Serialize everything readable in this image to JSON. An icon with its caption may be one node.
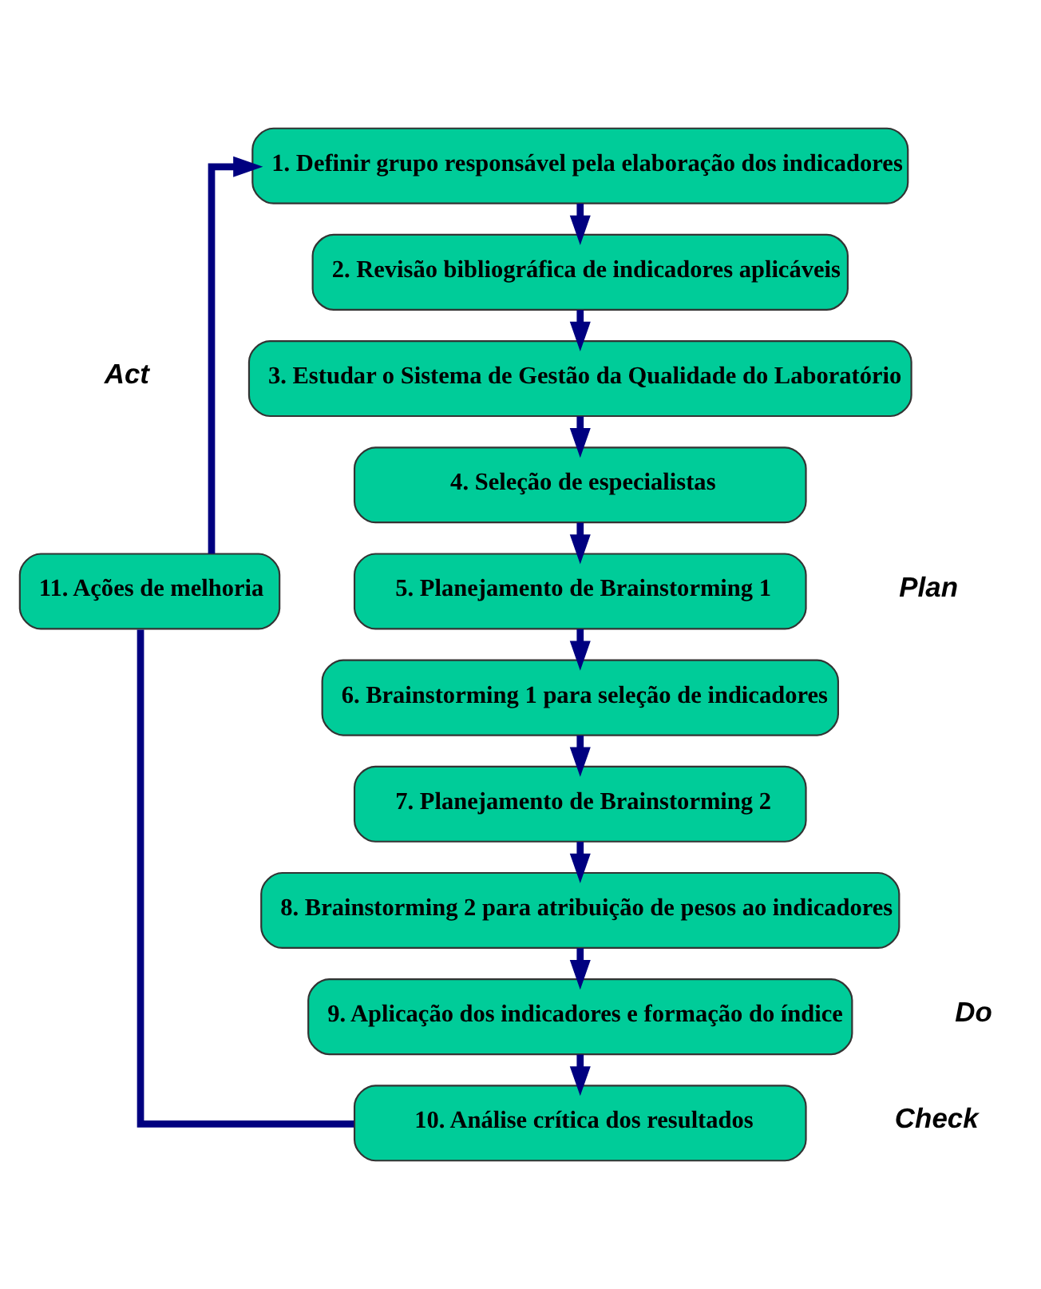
{
  "diagram": {
    "nodes": [
      {
        "text": [
          "1. Definir grupo responsável pela elaboração dos indicadores"
        ]
      },
      {
        "text": [
          "2. Revisão bibliográfica de indicadores aplicáveis"
        ]
      },
      {
        "text": [
          "3. Estudar o Sistema de Gestão da Qualidade do Laboratório"
        ]
      },
      {
        "text": [
          "4. Seleção de especialistas"
        ]
      },
      {
        "text": [
          "5. Planejamento de Brainstorming 1"
        ]
      },
      {
        "text": [
          "6. Brainstorming 1 para seleção de indicadores"
        ]
      },
      {
        "text": [
          "7. Planejamento de Brainstorming 2"
        ]
      },
      {
        "text": [
          "8. Brainstorming 2 para atribuição de pesos ao indicadores"
        ]
      },
      {
        "text": [
          "9. Aplicação dos indicadores e formação do índice"
        ]
      },
      {
        "text": [
          "10. Análise crítica dos resultados"
        ]
      },
      {
        "text": [
          "11. Ações de melhoria"
        ]
      }
    ],
    "edges": [
      {
        "from": 0,
        "to": 1,
        "arrow": "to"
      },
      {
        "from": 1,
        "to": 2,
        "arrow": "to"
      },
      {
        "from": 2,
        "to": 3,
        "arrow": "to"
      },
      {
        "from": 3,
        "to": 4,
        "arrow": "to"
      },
      {
        "from": 4,
        "to": 5,
        "arrow": "to"
      },
      {
        "from": 5,
        "to": 6,
        "arrow": "to"
      },
      {
        "from": 6,
        "to": 7,
        "arrow": "to"
      },
      {
        "from": 7,
        "to": 8,
        "arrow": "to"
      },
      {
        "from": 8,
        "to": 9,
        "arrow": "to"
      },
      {
        "from": 9,
        "to": 10,
        "arrow": "none"
      },
      {
        "from": 10,
        "to": 0,
        "arrow": "to"
      }
    ],
    "labels": [
      "Act",
      "Plan",
      "Do",
      "Check"
    ]
  }
}
